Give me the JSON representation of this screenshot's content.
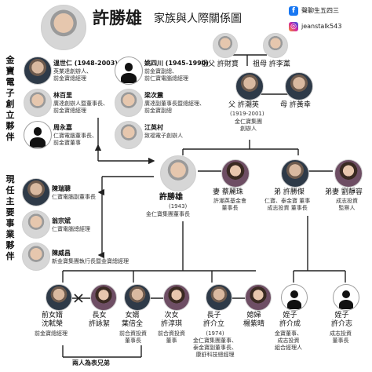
{
  "header": {
    "title": "許勝雄",
    "subtitle": "家族與人際關係圖",
    "facebook_label": "聲聊生五四三",
    "instagram_label": "jeanstalk543"
  },
  "colors": {
    "facebook": "#1877f2",
    "instagram": "#d6249f"
  },
  "section_titles": {
    "founders": "金寶電子創立夥伴",
    "current": "現任主要事業夥伴"
  },
  "founders": [
    {
      "name": "溫世仁 (1948-2003)",
      "role": "英業達創辦人、\n前金寶總經理"
    },
    {
      "name": "林百里",
      "role": "廣達創辦人暨董事長、\n前金寶總經理"
    },
    {
      "name": "周永嘉",
      "role": "仁寶電腦董事長、\n前金寶董事"
    },
    {
      "name": "姚四川 (1945-1990)",
      "role": "前金寶副總、\n前仁寶電腦總經理"
    },
    {
      "name": "梁次震",
      "role": "廣達副董事長暨總經理、\n前金寶副總"
    },
    {
      "name": "江英村",
      "role": "致福電子創辦人"
    }
  ],
  "partners": [
    {
      "name": "陳瑞聰",
      "role": "仁寶電腦副董事長"
    },
    {
      "name": "翁宗斌",
      "role": "仁寶電腦總經理"
    },
    {
      "name": "陳威昌",
      "role": "新金寶集團執行長暨金寶總經理"
    }
  ],
  "family": {
    "grandfather": "祖父 許財寶",
    "grandmother": "祖母 許李黨",
    "father_name": "父 許潮英",
    "father_years": "(1919-2001)",
    "father_role": "金仁寶集團\n創辦人",
    "mother": "母 許黃幸",
    "self_name": "許勝雄",
    "self_years": "(1943)",
    "self_role": "金仁寶集團董事長",
    "wife_name": "妻 蔡麗珠",
    "wife_role": "許潮英基金會\n董事長",
    "brother_name": "弟 許勝傑",
    "brother_role": "仁寶、泰金寶 董事\n成志投資 董事長",
    "sil_name": "弟妻 劉靜容",
    "sil_role": "成志投資\n監察人",
    "cousins_note": "兩人為表兄弟"
  },
  "children": [
    {
      "name": "前女婿\n沈軾榮",
      "role": "前金寶總經理"
    },
    {
      "name": "長女\n許詠絮",
      "role": ""
    },
    {
      "name": "女婿\n葉倍全",
      "role": "前合資投資\n董事長"
    },
    {
      "name": "次女\n許淳琪",
      "role": "前合資投資\n董事"
    },
    {
      "name": "長子\n許介立",
      "role": "(1974)\n金仁寶集團董事、\n泰金寶副董事長、\n康舒科技總經理"
    },
    {
      "name": "媳婦\n楊紫晴",
      "role": ""
    },
    {
      "name": "姪子\n許介成",
      "role": "金寶董事、\n成志投資\n組合經理人"
    },
    {
      "name": "姪子\n許介志",
      "role": "成志投資\n董事長"
    }
  ]
}
